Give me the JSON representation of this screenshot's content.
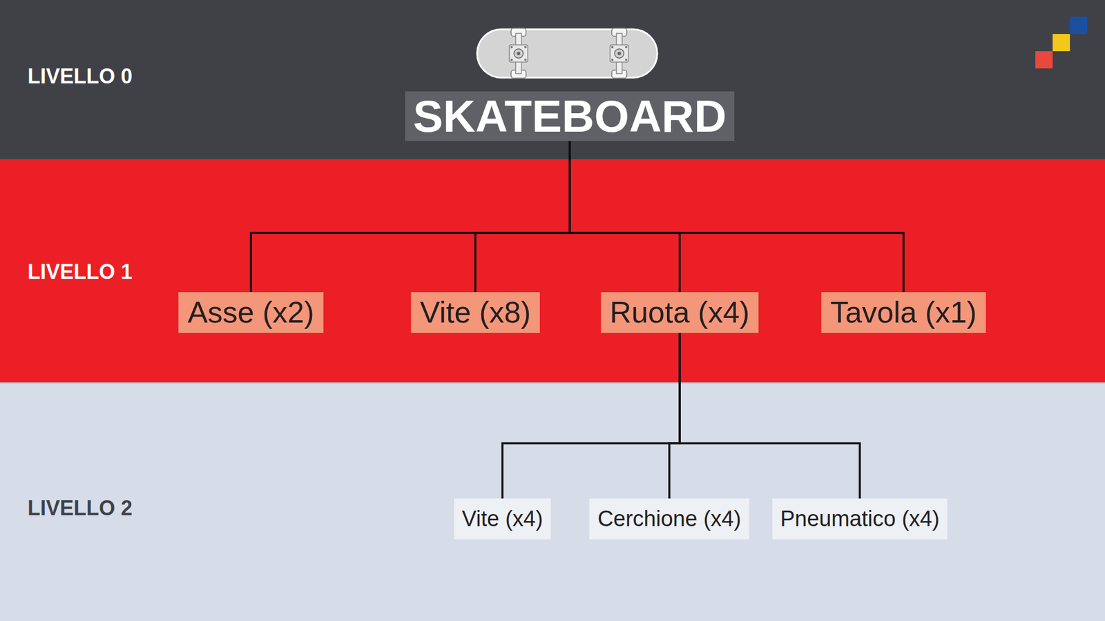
{
  "diagram": {
    "nodes": [
      {
        "text": [
          "LIVELLO 0"
        ]
      },
      {
        "text": [
          "SKATEBOARD"
        ],
        "in": 0
      },
      {
        "text": [
          "LIVELLO 1"
        ]
      },
      {
        "text": [
          "Asse (x2)"
        ],
        "in": 2
      },
      {
        "text": [
          "Vite (x8)"
        ],
        "in": 2
      },
      {
        "text": [
          "Ruota (x4)"
        ],
        "in": 2
      },
      {
        "text": [
          "Tavola (x1)"
        ],
        "in": 2
      },
      {
        "text": [
          "LIVELLO 2"
        ]
      },
      {
        "text": [
          "Vite (x4)"
        ],
        "in": 7
      },
      {
        "text": [
          "Cerchione (x4)"
        ],
        "in": 7
      },
      {
        "text": [
          "Pneumatico (x4)"
        ],
        "in": 7
      }
    ],
    "edges": [
      {
        "from": 1,
        "to": 3,
        "arrow": "none"
      },
      {
        "from": 1,
        "to": 4,
        "arrow": "none"
      },
      {
        "from": 1,
        "to": 5,
        "arrow": "none"
      },
      {
        "from": 1,
        "to": 6,
        "arrow": "none"
      },
      {
        "from": 5,
        "to": 8,
        "arrow": "none"
      },
      {
        "from": 5,
        "to": 9,
        "arrow": "none"
      },
      {
        "from": 5,
        "to": 10,
        "arrow": "none"
      }
    ]
  }
}
